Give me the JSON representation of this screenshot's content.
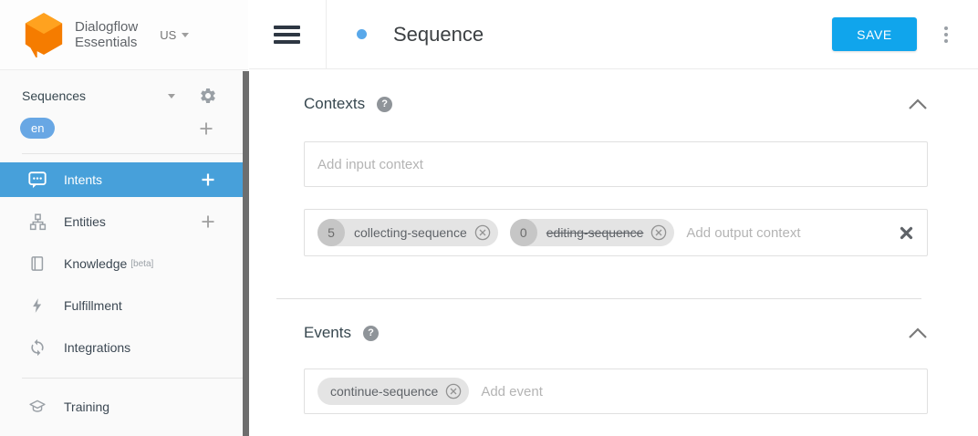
{
  "brand": {
    "line1": "Dialogflow",
    "line2": "Essentials",
    "region": "US"
  },
  "sidebar": {
    "agent_name": "Sequences",
    "language": "en",
    "items": [
      {
        "label": "Intents"
      },
      {
        "label": "Entities"
      },
      {
        "label": "Knowledge",
        "badge": "[beta]"
      },
      {
        "label": "Fulfillment"
      },
      {
        "label": "Integrations"
      },
      {
        "label": "Training"
      }
    ]
  },
  "header": {
    "title": "Sequence",
    "save_label": "SAVE"
  },
  "contexts": {
    "title": "Contexts",
    "input_placeholder": "Add input context",
    "output_placeholder": "Add output context",
    "output_contexts": [
      {
        "lifespan": "5",
        "name": "collecting-sequence",
        "strikethrough": false
      },
      {
        "lifespan": "0",
        "name": "editing-sequence",
        "strikethrough": true
      }
    ]
  },
  "events": {
    "title": "Events",
    "placeholder": "Add event",
    "items": [
      {
        "name": "continue-sequence"
      }
    ]
  },
  "icons": {
    "help_glyph": "?"
  },
  "colors": {
    "accent": "#10a5ec",
    "active-item": "#47a0da",
    "lang-chip": "#68a7e4",
    "intent-dot": "#59a8ea",
    "logo-top": "#ffa21f",
    "logo-body": "#f57c00"
  }
}
